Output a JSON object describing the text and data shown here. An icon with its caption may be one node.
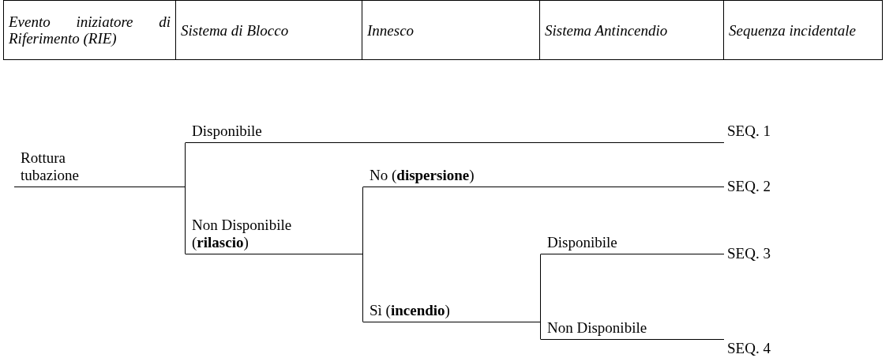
{
  "diagram": {
    "nodes": [
      {
        "text": [
          "Rottura tubazione"
        ]
      },
      {
        "text": [
          "Disponibile"
        ],
        "beside": [
          "SEQ. 1"
        ]
      },
      {
        "text": [
          "Non Disponibile (**rilascio**)"
        ]
      },
      {
        "text": [
          "No (**dispersione**)"
        ],
        "beside": [
          "SEQ. 2"
        ]
      },
      {
        "text": [
          "Sì (**incendio**)"
        ]
      },
      {
        "text": [
          "Disponibile"
        ],
        "beside": [
          "SEQ. 3"
        ]
      },
      {
        "text": [
          "Non Disponibile"
        ],
        "beside": [
          "SEQ. 4"
        ]
      }
    ],
    "edges": [
      {
        "from": 0,
        "to": 1,
        "arrow": "none"
      },
      {
        "from": 0,
        "to": 2,
        "arrow": "none"
      },
      {
        "from": 2,
        "to": 3,
        "arrow": "none"
      },
      {
        "from": 2,
        "to": 4,
        "arrow": "none"
      },
      {
        "from": 4,
        "to": 5,
        "arrow": "none"
      },
      {
        "from": 4,
        "to": 6,
        "arrow": "none"
      }
    ],
    "labels": [
      "Evento iniziatore di Riferimento (RIE)",
      "Sistema di Blocco",
      "Innesco",
      "Sistema Antincendio",
      "Sequenza incidentale"
    ]
  }
}
